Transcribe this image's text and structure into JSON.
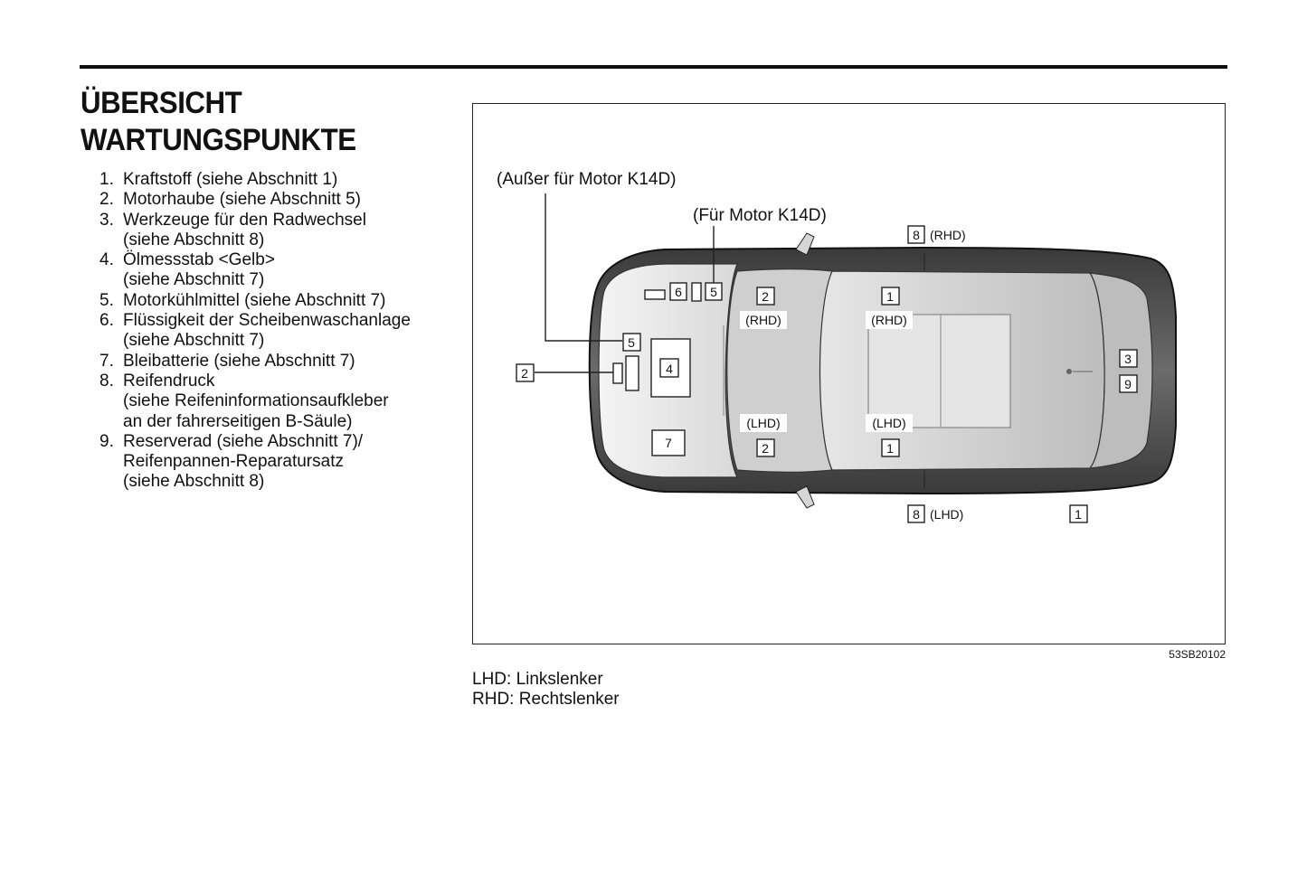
{
  "title": {
    "line1": "ÜBERSICHT",
    "line2": "WARTUNGSPUNKTE"
  },
  "items": [
    {
      "number": "1.",
      "lines": [
        "Kraftstoff (siehe Abschnitt 1)"
      ]
    },
    {
      "number": "2.",
      "lines": [
        "Motorhaube (siehe Abschnitt 5)"
      ]
    },
    {
      "number": "3.",
      "lines": [
        "Werkzeuge für den Radwechsel",
        "(siehe Abschnitt 8)"
      ]
    },
    {
      "number": "4.",
      "lines": [
        "Ölmessstab <Gelb>",
        "(siehe Abschnitt 7)"
      ]
    },
    {
      "number": "5.",
      "lines": [
        "Motorkühlmittel (siehe Abschnitt 7)"
      ]
    },
    {
      "number": "6.",
      "lines": [
        "Flüssigkeit der Scheibenwaschanlage",
        "(siehe Abschnitt 7)"
      ]
    },
    {
      "number": "7.",
      "lines": [
        "Bleibatterie (siehe Abschnitt 7)"
      ]
    },
    {
      "number": "8.",
      "lines": [
        "Reifendruck",
        "(siehe Reifeninformationsaufkleber",
        "an der fahrerseitigen B-Säule)"
      ]
    },
    {
      "number": "9.",
      "lines": [
        "Reserverad (siehe Abschnitt 7)/",
        "Reifenpannen-Reparatursatz",
        "(siehe Abschnitt 8)"
      ]
    }
  ],
  "figure": {
    "label_except_k14d": "(Außer für Motor K14D)",
    "label_k14d": "(Für Motor K14D)",
    "tag_rhd": "(RHD)",
    "tag_lhd": "(LHD)",
    "figure_id": "53SB20102",
    "callouts": {
      "c1": "1",
      "c2": "2",
      "c3": "3",
      "c4": "4",
      "c5": "5",
      "c6": "6",
      "c7": "7",
      "c8": "8",
      "c9": "9"
    }
  },
  "legend": {
    "lhd": "LHD: Linkslenker",
    "rhd": "RHD: Rechtslenker"
  }
}
